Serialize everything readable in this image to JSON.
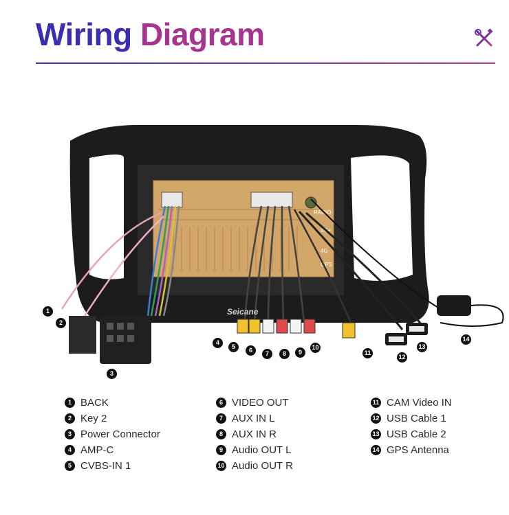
{
  "header": {
    "title_part1": "Wiring",
    "title_part2": "Diagram",
    "tools_icon": "wrench-screwdriver-icon"
  },
  "device": {
    "brand": "Seicane",
    "panel_labels": [
      "RADIO",
      "4G+",
      "4G-",
      "GPS"
    ]
  },
  "callouts": [
    "1",
    "2",
    "3",
    "4",
    "5",
    "6",
    "7",
    "8",
    "9",
    "10",
    "11",
    "12",
    "13",
    "14"
  ],
  "legend": {
    "col1": [
      {
        "num": "1",
        "label": "BACK"
      },
      {
        "num": "2",
        "label": "Key 2"
      },
      {
        "num": "3",
        "label": "Power Connector"
      },
      {
        "num": "4",
        "label": "AMP-C"
      },
      {
        "num": "5",
        "label": "CVBS-IN 1"
      }
    ],
    "col2": [
      {
        "num": "6",
        "label": "VIDEO OUT"
      },
      {
        "num": "7",
        "label": "AUX IN L"
      },
      {
        "num": "8",
        "label": "AUX IN R"
      },
      {
        "num": "9",
        "label": "Audio OUT L"
      },
      {
        "num": "10",
        "label": "Audio OUT R"
      }
    ],
    "col3": [
      {
        "num": "11",
        "label": "CAM Video IN"
      },
      {
        "num": "12",
        "label": "USB Cable 1"
      },
      {
        "num": "13",
        "label": "USB Cable 2"
      },
      {
        "num": "14",
        "label": "GPS Antenna"
      }
    ]
  },
  "colors": {
    "title_blue": "#3b2fb0",
    "title_magenta": "#a7348f",
    "panel_gold": "#d2a569",
    "frame": "#1c1c1c"
  }
}
